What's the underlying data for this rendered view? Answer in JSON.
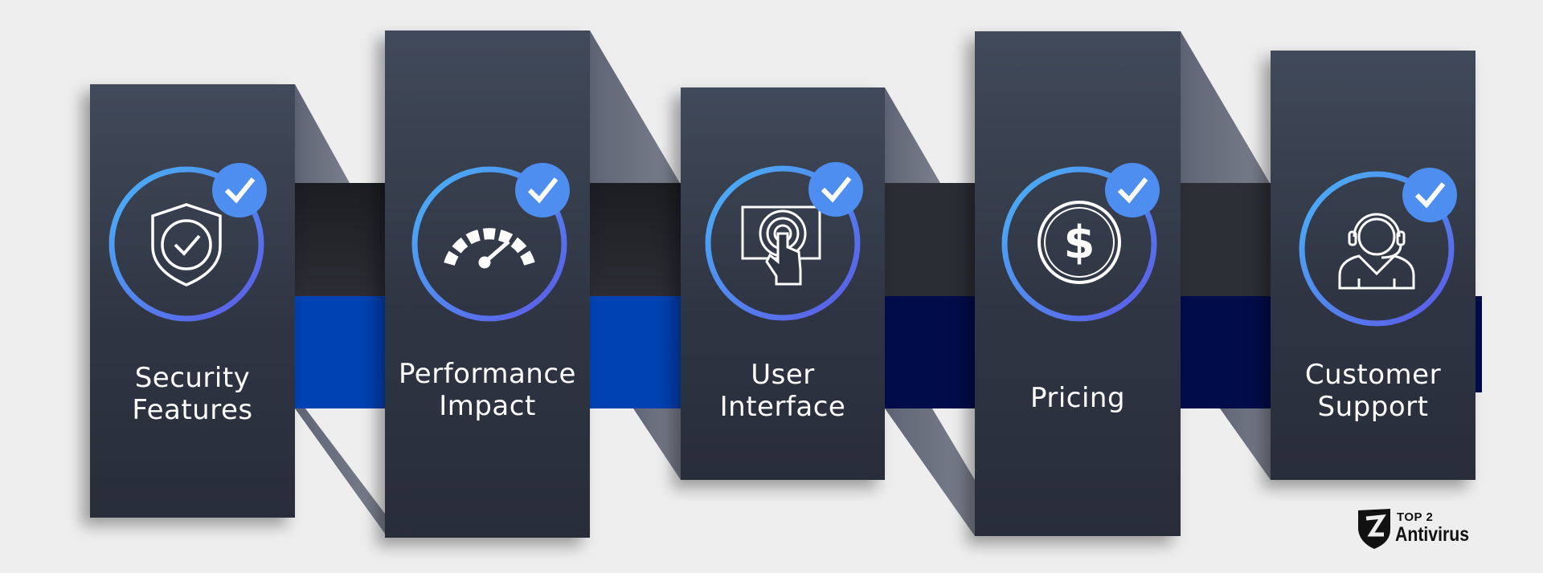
{
  "features": [
    {
      "label_line1": "Security",
      "label_line2": "Features",
      "icon": "shield-check-icon"
    },
    {
      "label_line1": "Performance",
      "label_line2": "Impact",
      "icon": "speedometer-icon"
    },
    {
      "label_line1": "User",
      "label_line2": "Interface",
      "icon": "touch-screen-icon"
    },
    {
      "label_line1": "",
      "label_line2": "Pricing",
      "icon": "dollar-coin-icon"
    },
    {
      "label_line1": "Customer",
      "label_line2": "Support",
      "icon": "headset-agent-icon"
    }
  ],
  "brand": {
    "top": "TOP 2",
    "bottom": "Antivirus"
  },
  "colors": {
    "ring_start": "#4ab0f5",
    "ring_end": "#5b5de8",
    "badge": "#4e8ef0",
    "band_blue": "#0042b4",
    "band_navy": "#000d4a"
  }
}
